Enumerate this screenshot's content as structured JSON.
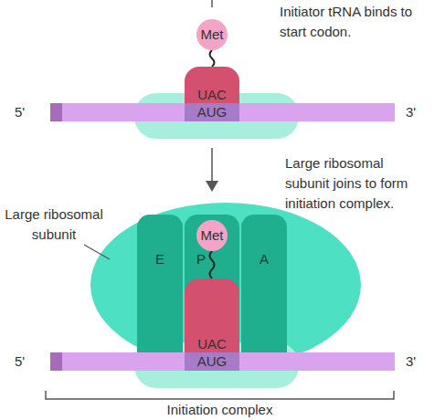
{
  "diagram": {
    "nodes": [
      {
        "text": [
          "Met"
        ]
      },
      {
        "text": [
          "UAC"
        ]
      },
      {
        "text": [
          "AUG"
        ]
      },
      {
        "text": [
          "E"
        ]
      },
      {
        "text": [
          "P"
        ]
      },
      {
        "text": [
          "A"
        ]
      },
      {
        "text": [
          "Met"
        ]
      },
      {
        "text": [
          "UAC"
        ]
      },
      {
        "text": [
          "AUG"
        ]
      }
    ],
    "labels": [
      "Initiator tRNA binds to start codon.",
      "5'",
      "3'",
      "Large ribosomal subunit",
      "Large ribosomal subunit joins to form initiation complex.",
      "5'",
      "3'",
      "Initiation complex"
    ]
  }
}
